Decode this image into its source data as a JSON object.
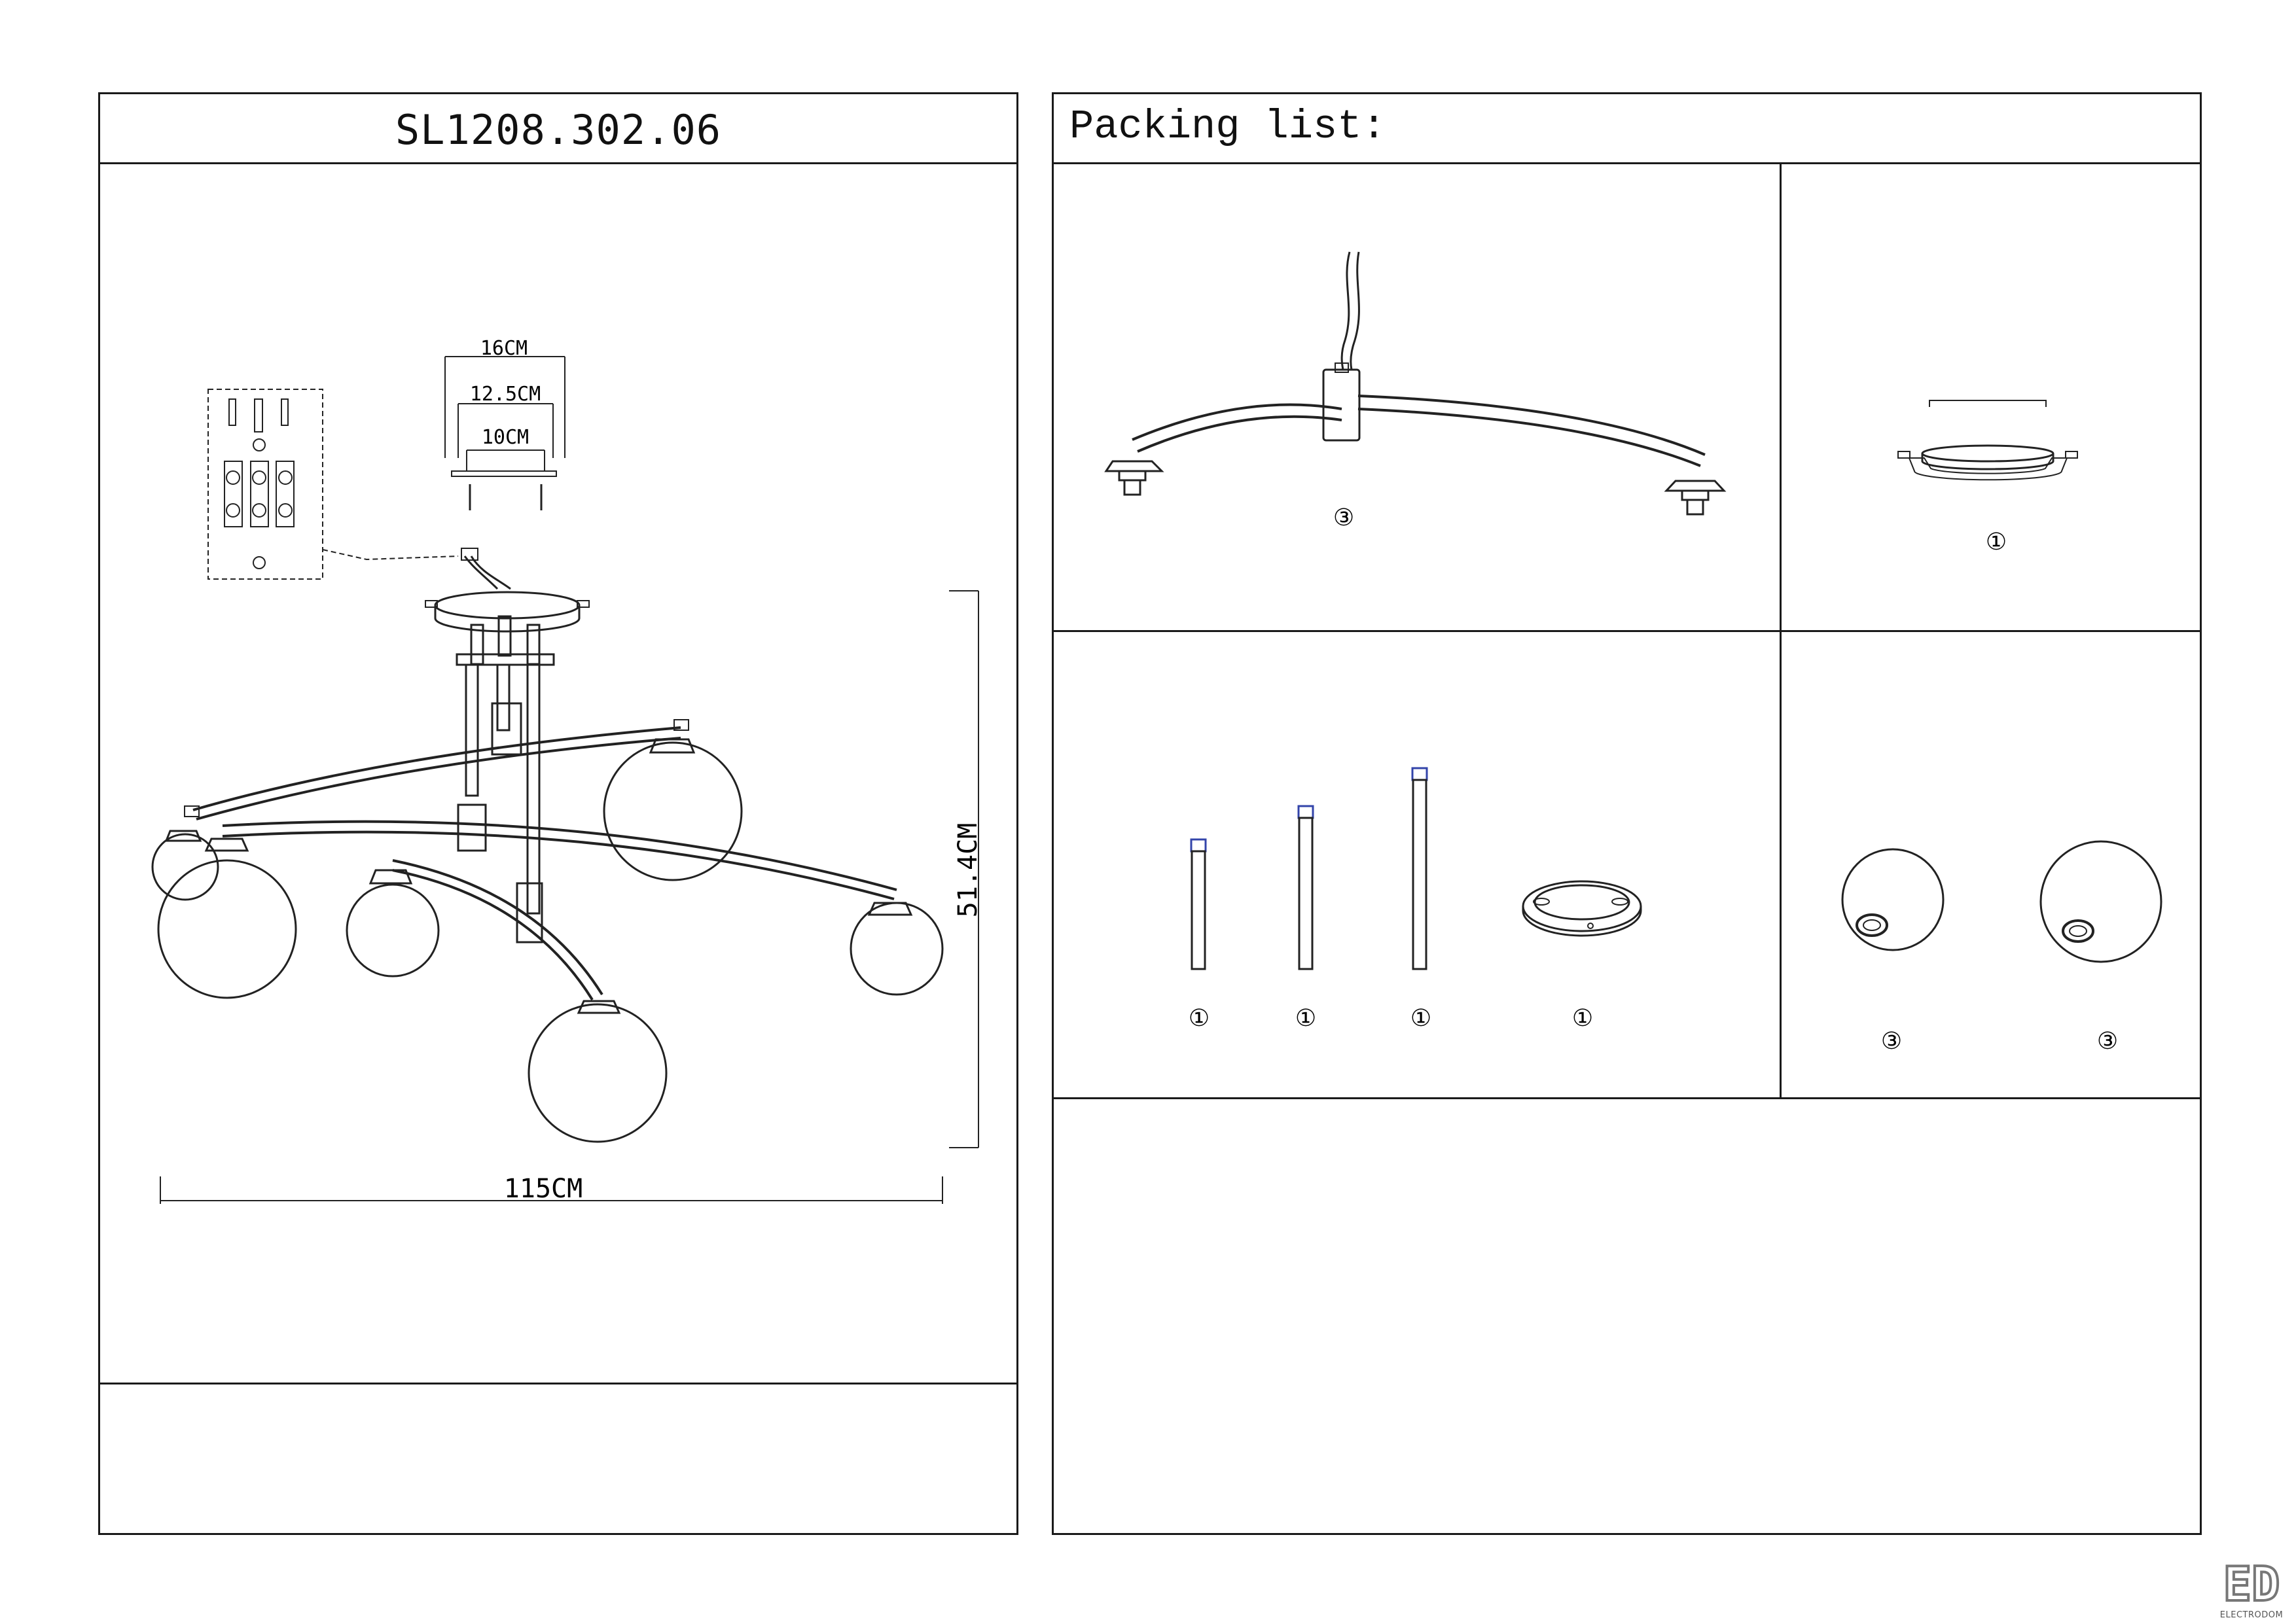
{
  "model_number": "SL1208.302.06",
  "packing_list_title": "Packing list:",
  "dimensions": {
    "width": "115CM",
    "height": "51.4CM",
    "bracket_outer": "16CM",
    "bracket_middle": "12.5CM",
    "bracket_inner": "10CM"
  },
  "packing_items": [
    {
      "part": "curved-arm",
      "quantity": "③"
    },
    {
      "part": "ceiling-canopy",
      "quantity": "①"
    },
    {
      "part": "short-rod",
      "quantity": "①"
    },
    {
      "part": "medium-rod",
      "quantity": "①"
    },
    {
      "part": "long-rod",
      "quantity": "①"
    },
    {
      "part": "mounting-ring",
      "quantity": "①"
    },
    {
      "part": "small-glass-shade",
      "quantity": "③"
    },
    {
      "part": "large-glass-shade",
      "quantity": "③"
    }
  ],
  "logo": {
    "mark": "ED",
    "text": "ELECTRODOM"
  }
}
